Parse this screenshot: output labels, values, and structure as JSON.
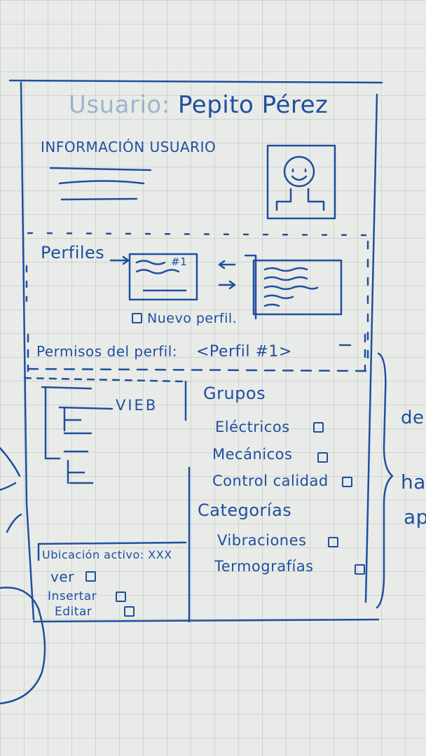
{
  "header": {
    "user_prefix": "Usuario:",
    "user_name": "Pepito Pérez"
  },
  "user_info": {
    "heading": "INFORMACIÓN USUARIO"
  },
  "profiles": {
    "label": "Perfiles",
    "profile_card_tag": "#1",
    "new_profile_label": "Nuevo perfil."
  },
  "permissions": {
    "heading": "Permisos del perfil:",
    "selected_profile": "<Perfil #1>"
  },
  "tree": {
    "highlighted_item_suffix": "VIEB"
  },
  "groups": {
    "heading": "Grupos",
    "items": [
      {
        "label": "Eléctricos"
      },
      {
        "label": "Mecánicos"
      },
      {
        "label": "Control calidad"
      }
    ]
  },
  "categories": {
    "heading": "Categorías",
    "items": [
      {
        "label": "Vibraciones"
      },
      {
        "label": "Termografías"
      }
    ]
  },
  "location": {
    "label": "Ubicación activo: XXX",
    "actions": [
      {
        "label": "ver"
      },
      {
        "label": "Insertar"
      },
      {
        "label": "Editar"
      }
    ]
  },
  "margin_notes": {
    "right_top": "de",
    "right_ha": "ha",
    "right_ap": "ap"
  },
  "colors": {
    "ink": "#1f4f9e",
    "board": "#e9ebe8"
  }
}
